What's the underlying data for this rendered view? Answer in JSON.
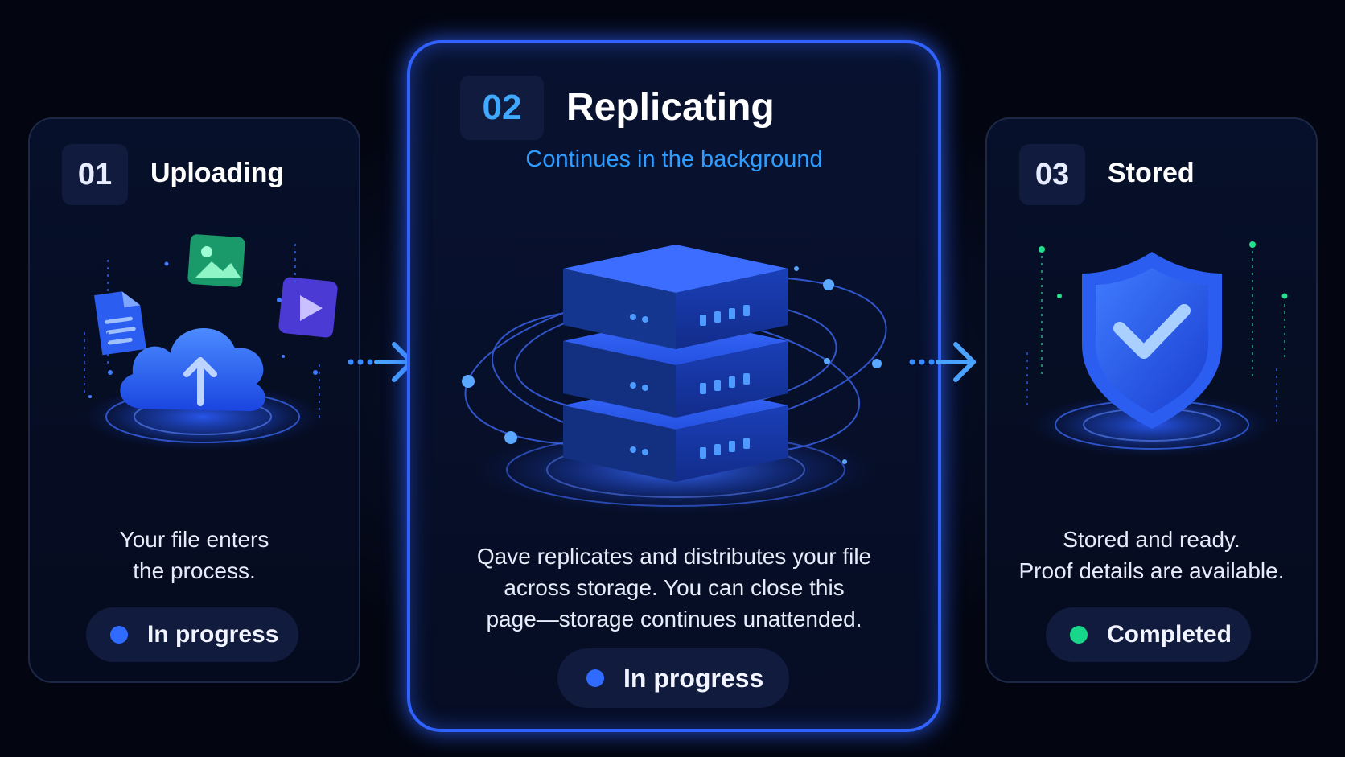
{
  "steps": [
    {
      "number": "01",
      "title": "Uploading",
      "subtitle": "",
      "description": [
        "Your file enters",
        "the process."
      ],
      "status": "In progress",
      "status_color": "#2f6bff",
      "illustration": "cloud-upload-icon"
    },
    {
      "number": "02",
      "title": "Replicating",
      "subtitle": "Continues in the background",
      "description": [
        "Qave replicates and distributes your file",
        "across storage. You can close this",
        "page—storage continues unattended."
      ],
      "status": "In progress",
      "status_color": "#2f6bff",
      "illustration": "server-stack-icon"
    },
    {
      "number": "03",
      "title": "Stored",
      "subtitle": "",
      "description": [
        "Stored and ready.",
        "Proof details are available."
      ],
      "status": "Completed",
      "status_color": "#18d68a",
      "illustration": "shield-check-icon"
    }
  ],
  "colors": {
    "accent": "#2f62ff",
    "subtitle": "#2f9dff",
    "background": "#030611",
    "card_border": "#1c2847"
  }
}
